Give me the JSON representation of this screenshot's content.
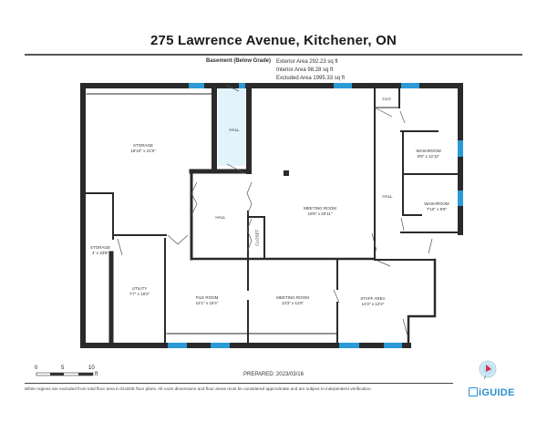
{
  "header": {
    "title": "275 Lawrence Avenue, Kitchener, ON",
    "level": "Basement (Below Grade)",
    "areas": [
      "Exterior Area 292.23 sq ft",
      "Interior Area 98.28 sq ft",
      "Excluded Area 1995.33 sq ft"
    ]
  },
  "rooms": [
    {
      "name": "STORAGE",
      "dims": "18'10\" x 21'8\""
    },
    {
      "name": "HALL",
      "dims": ""
    },
    {
      "name": "MEETING ROOM",
      "dims": "18'8\" x 20'11\""
    },
    {
      "name": "CLO",
      "dims": ""
    },
    {
      "name": "WASHROOM",
      "dims": "8'8\" x 12'11\""
    },
    {
      "name": "WASHROOM",
      "dims": "7'10\" x 8'8\""
    },
    {
      "name": "HALL",
      "dims": ""
    },
    {
      "name": "HALL",
      "dims": ""
    },
    {
      "name": "CLOSET",
      "dims": ""
    },
    {
      "name": "STORAGE",
      "dims": "4' x 33'8\""
    },
    {
      "name": "UTILITY",
      "dims": "7'7\" x 18'2\""
    },
    {
      "name": "FILE ROOM",
      "dims": "12'1\" x 15'4\""
    },
    {
      "name": "MEETING ROOM",
      "dims": "13'3\" x 11'5\""
    },
    {
      "name": "STAFF AREA",
      "dims": "14'2\" x 12'2\""
    }
  ],
  "scale": {
    "ticks": [
      "0",
      "5",
      "10"
    ],
    "unit": "ft"
  },
  "footer": {
    "prepared": "PREPARED: 2023/03/16",
    "disclaimer": "White regions are excluded from total floor area in iGUIDE floor plans. All room dimensions and floor areas must be considered approximate and are subject to independent verification.",
    "brand": "iGUIDE"
  },
  "colors": {
    "wall": "#2a2a2a",
    "window": "#2b9ad6",
    "hall_fill": "#e3f3fb",
    "brand": "#2b8fce"
  }
}
